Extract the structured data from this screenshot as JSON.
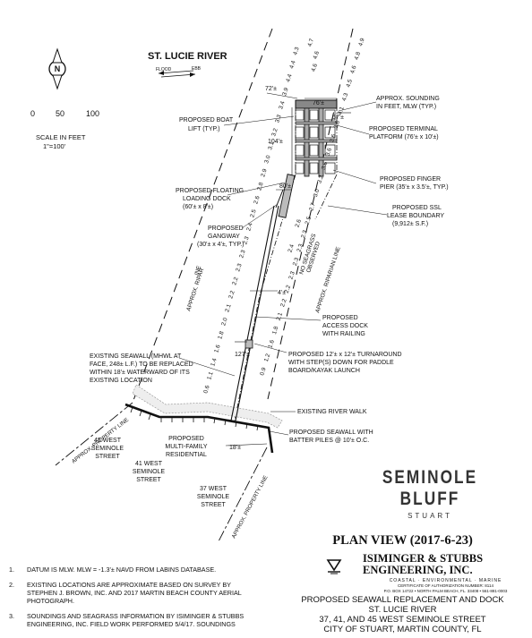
{
  "river": {
    "name": "ST. LUCIE RIVER",
    "flood": "FLOOD",
    "ebb": "EBB"
  },
  "scale": {
    "north": "N",
    "ticks": [
      "0",
      "50",
      "100"
    ],
    "caption": "SCALE IN FEET",
    "ratio": "1\"=100'"
  },
  "labels": {
    "boat_lift": [
      "PROPOSED BOAT",
      "LIFT (TYP.)"
    ],
    "floating_dock": [
      "PROPOSED FLOATING",
      "LOADING DOCK",
      "(60'± x 8'±)"
    ],
    "gangway": [
      "PROPOSED",
      "GANGWAY",
      "(30'± x 4'±, TYP.)"
    ],
    "sounding": [
      "APPROX. SOUNDING",
      "IN FEET, MLW (TYP.)"
    ],
    "terminal_platform": [
      "PROPOSED TERMINAL",
      "PLATFORM (76'± x 10'±)"
    ],
    "finger_pier": [
      "PROPOSED FINGER",
      "PIER (35'± x 3.5'±, TYP.)"
    ],
    "ssl_boundary": [
      "PROPOSED SSL",
      "LEASE BOUNDARY",
      "(9,912± S.F.)"
    ],
    "no_seagrass": [
      "NO SEAGRASS",
      "OBSERVED"
    ],
    "riparian_left": "APPROX. RIPAR",
    "riparian_left_2": "INE",
    "riparian_right": "APPROX. RIPARIAN LINE",
    "access_dock": [
      "PROPOSED",
      "ACCESS DOCK",
      "WITH RAILING"
    ],
    "existing_seawall": [
      "EXISTING SEAWALL (MHWL AT",
      "FACE, 248± L.F.) TO BE REPLACED",
      "WITHIN 18'± WATERWARD OF ITS",
      "EXISTING LOCATION"
    ],
    "turnaround": [
      "PROPOSED 12'± x 12'± TURNAROUND",
      "WITH STEP(S) DOWN FOR PADDLE",
      "BOARD/KAYAK LAUNCH"
    ],
    "river_walk": "EXISTING RIVER WALK",
    "prop_line_left": "APPROX. PROPERTY LINE",
    "prop_line_right": "APPROX. PROPERTY LINE",
    "st45": [
      "45 WEST",
      "SEMINOLE",
      "STREET"
    ],
    "multifamily": [
      "PROPOSED",
      "MULTI-FAMILY",
      "RESIDENTIAL"
    ],
    "st41": [
      "41 WEST",
      "SEMINOLE",
      "STREET"
    ],
    "st37": [
      "37 WEST",
      "SEMINOLE",
      "STREET"
    ],
    "new_seawall": [
      "PROPOSED SEAWALL WITH",
      "BATTER PILES @ 10'± O.C."
    ]
  },
  "dims": {
    "d72": "72'±",
    "d76": "76'±",
    "d57": "57'±",
    "d104": "104'±",
    "d80": "80'±",
    "d4": "4'±",
    "d127": "127'±",
    "d18": "18'±"
  },
  "soundings_left": [
    "4.3",
    "4.4",
    "4.4",
    "3.9",
    "3.4",
    "3.3",
    "3.2",
    "3.1",
    "3.0",
    "2.9",
    "2.8",
    "2.6",
    "2.5",
    "2.4",
    "2.3",
    "2.3",
    "2.3",
    "2.2",
    "2.2",
    "2.1",
    "2.0",
    "1.8",
    "1.6",
    "1.4",
    "1.1",
    "0.6"
  ],
  "soundings_right": [
    "4.9",
    "4.8",
    "4.6",
    "4.5",
    "4.3",
    "4.1",
    "3.8",
    "3.6",
    "3.6",
    "3.6",
    "3.2",
    "3.0",
    "2.7",
    "2.5",
    "2.3",
    "2.3",
    "2.3",
    "2.3",
    "2.2",
    "2.2",
    "2.1",
    "1.8",
    "1.6",
    "1.2",
    "0.9"
  ],
  "soundings_mid": [
    "4.7",
    "4.6",
    "4.6",
    "2.6",
    "2.4"
  ],
  "brand": {
    "name": "SEMINOLE BLUFF",
    "sub": "STUART"
  },
  "title_block": {
    "title": "PLAN VIEW (2017-6-23)",
    "firm": [
      "ISIMINGER & STUBBS",
      "ENGINEERING, INC."
    ],
    "firm_tag": "COASTAL · ENVIRONMENTAL · MARINE",
    "cert": "CERTIFICATE OF AUTHORIZATION NUMBER: 8114",
    "address": "P.O. BOX 14722 • NORTH PALM BEACH, FL. 33408 • 561-881-0003",
    "project": [
      "PROPOSED SEAWALL REPLACEMENT AND DOCK",
      "ST. LUCIE RIVER",
      "37, 41, AND 45 WEST SEMINOLE STREET",
      "CITY OF STUART, MARTIN COUNTY, FL"
    ]
  },
  "notes": [
    {
      "num": "1.",
      "text": "DATUM IS MLW.  MLW = -1.3'± NAVD FROM LABINS DATABASE."
    },
    {
      "num": "2.",
      "text": "EXISTING LOCATIONS ARE APPROXIMATE BASED ON SURVEY BY STEPHEN J. BROWN, INC. AND 2017 MARTIN BEACH COUNTY AERIAL PHOTOGRAPH."
    },
    {
      "num": "3.",
      "text": "SOUNDINGS AND SEAGRASS INFORMATION BY ISIMINGER & STUBBS ENGINEERING, INC. FIELD WORK PERFORMED 5/4/17.  SOUNDINGS"
    }
  ]
}
